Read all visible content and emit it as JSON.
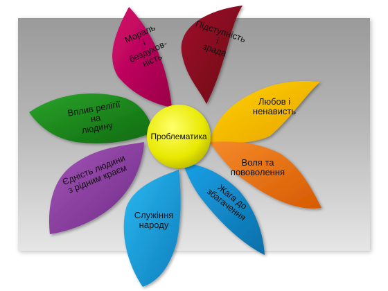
{
  "diagram": {
    "center": {
      "text": "Проблематика"
    },
    "petals": [
      {
        "id": "morality",
        "text": "Мораль\nі\nбездухов-\nність",
        "color": "#c2005e"
      },
      {
        "id": "betrayal",
        "text": "Підступність\nі\nзрада",
        "color": "#8a0a1e"
      },
      {
        "id": "love",
        "text": "Любов і\nненависть",
        "color": "#f2b400"
      },
      {
        "id": "freedom",
        "text": "Воля та\nпововолення",
        "color": "#ea6a14"
      },
      {
        "id": "greed",
        "text": "Жага до\nзбагачення",
        "color": "#0a86c8"
      },
      {
        "id": "service",
        "text": "Служіння\nнароду",
        "color": "#1aa6de"
      },
      {
        "id": "unity",
        "text": "Єдність людини\nз рідним краєм",
        "color": "#8a3a9e"
      },
      {
        "id": "religion",
        "text": "Вплив релігії\nна\nлюдину",
        "color": "#1f8f1f"
      }
    ]
  }
}
